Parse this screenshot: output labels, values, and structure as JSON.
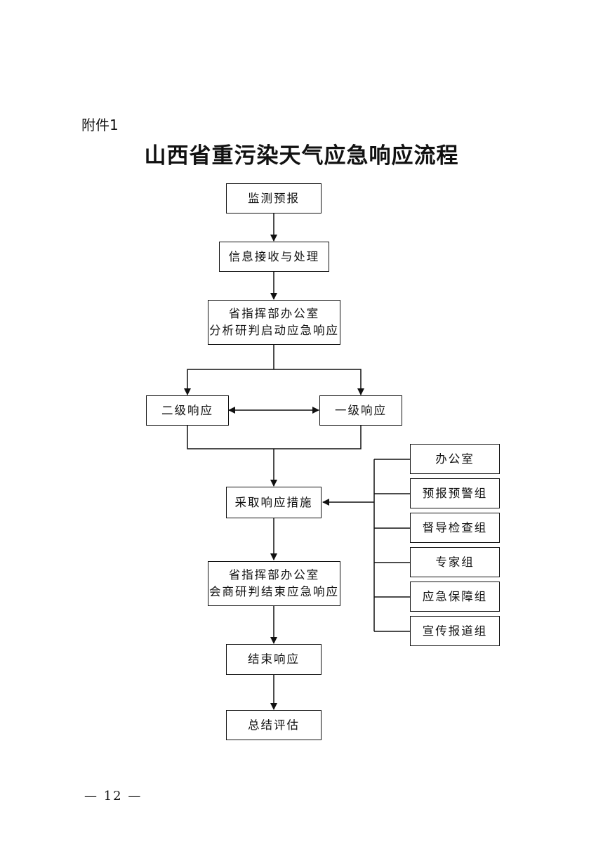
{
  "attachment_label": "附件1",
  "title": "山西省重污染天气应急响应流程",
  "nodes": {
    "monitoring": "监测预报",
    "info_processing": "信息接收与处理",
    "analysis_line1": "省指挥部办公室",
    "analysis_line2": "分析研判启动应急响应",
    "level2": "二级响应",
    "level1": "一级响应",
    "measures": "采取响应措施",
    "consult_line1": "省指挥部办公室",
    "consult_line2": "会商研判结束应急响应",
    "end_response": "结束响应",
    "summary": "总结评估"
  },
  "groups": [
    "办公室",
    "预报预警组",
    "督导检查组",
    "专家组",
    "应急保障组",
    "宣传报道组"
  ],
  "page_number": "— 12 —"
}
